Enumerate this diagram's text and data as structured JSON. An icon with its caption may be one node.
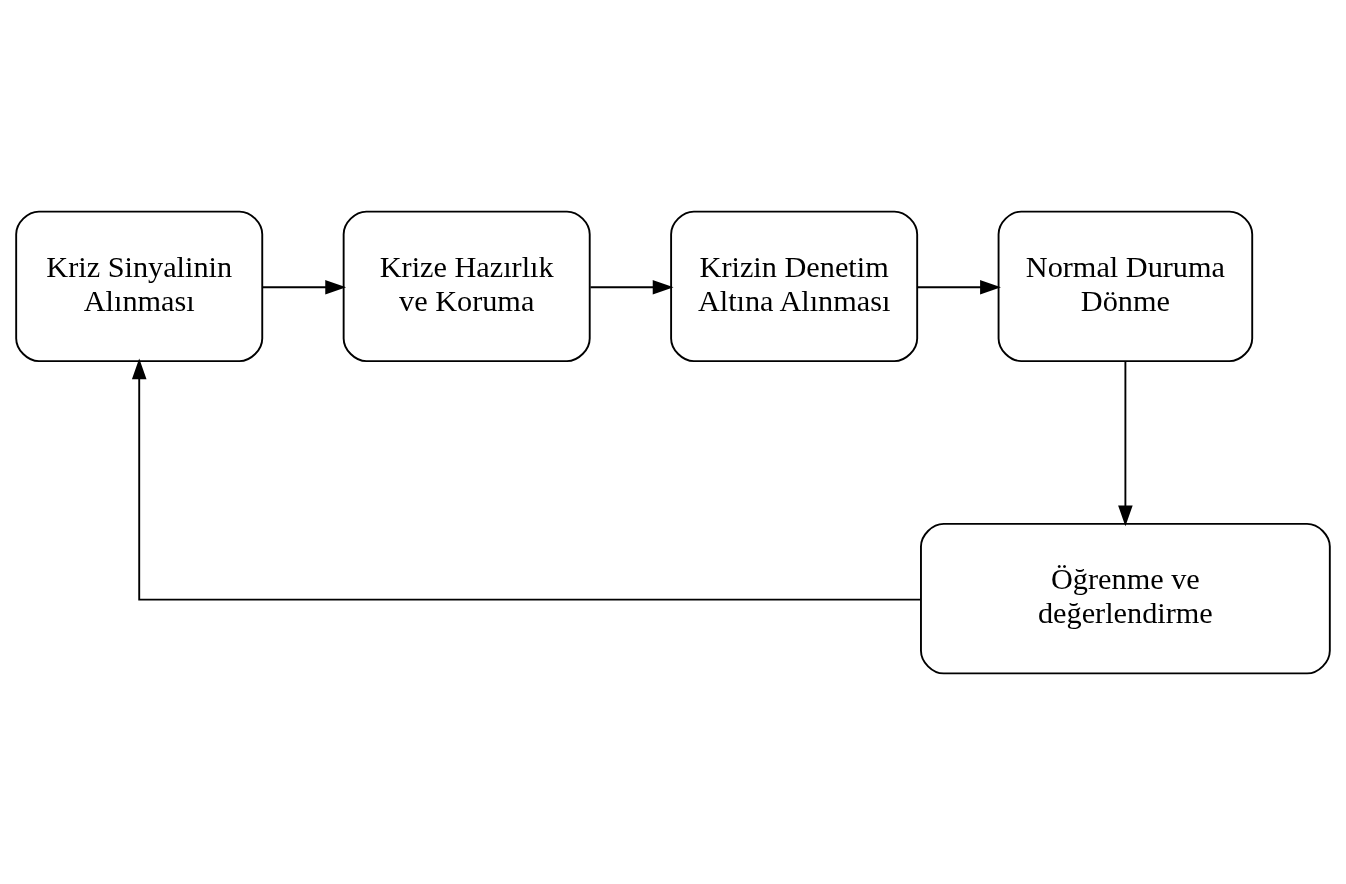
{
  "diagram": {
    "nodes": [
      {
        "text": [
          "Kriz Sinyalinin Alınması"
        ]
      },
      {
        "text": [
          "Krize Hazırlık ve Koruma"
        ]
      },
      {
        "text": [
          "Krizin Denetim Altına Alınması"
        ]
      },
      {
        "text": [
          "Normal Duruma Dönme"
        ]
      },
      {
        "text": [
          "Öğrenme ve değerlendirme"
        ]
      }
    ],
    "edges": [
      {
        "from": 0,
        "to": 1,
        "arrow": "to"
      },
      {
        "from": 1,
        "to": 2,
        "arrow": "to"
      },
      {
        "from": 2,
        "to": 3,
        "arrow": "to"
      },
      {
        "from": 3,
        "to": 4,
        "arrow": "to"
      },
      {
        "from": 4,
        "to": 0,
        "arrow": "to"
      }
    ]
  }
}
